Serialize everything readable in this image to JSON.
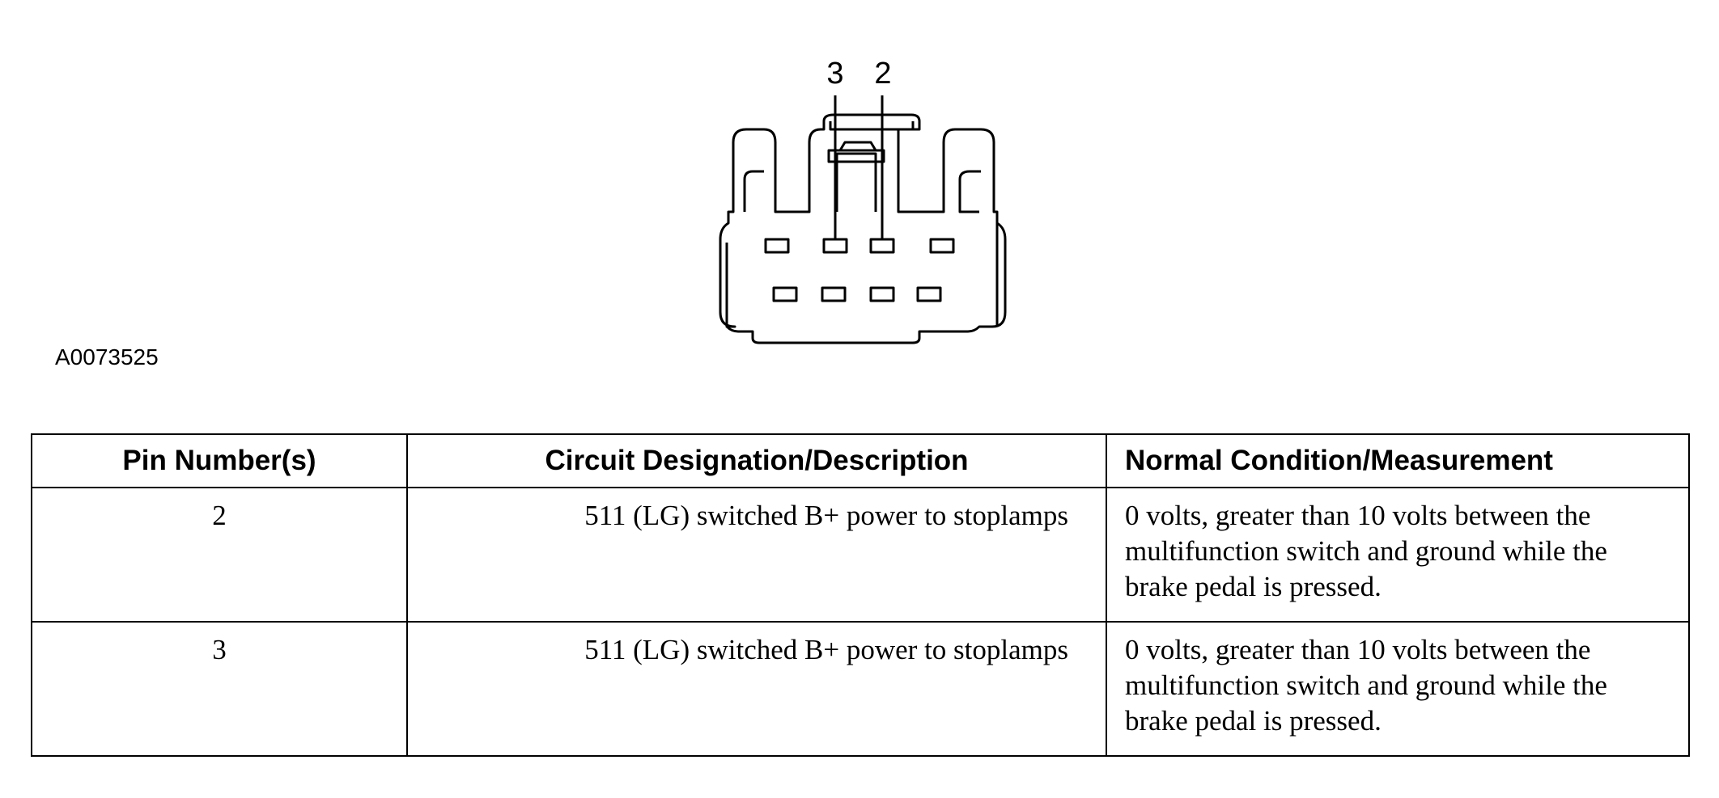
{
  "figure": {
    "id": "A0073525",
    "callouts": [
      "3",
      "2"
    ]
  },
  "table": {
    "headers": [
      "Pin Number(s)",
      "Circuit Designation/Description",
      "Normal Condition/Measurement"
    ],
    "rows": [
      {
        "pin": "2",
        "circuit": "511 (LG) switched B+ power to stoplamps",
        "measurement": "0 volts, greater than 10 volts between the multifunction switch and ground while the brake pedal is pressed."
      },
      {
        "pin": "3",
        "circuit": "511 (LG) switched B+ power to stoplamps",
        "measurement": "0 volts, greater than 10 volts between the multifunction switch and ground while the brake pedal is pressed."
      }
    ]
  }
}
